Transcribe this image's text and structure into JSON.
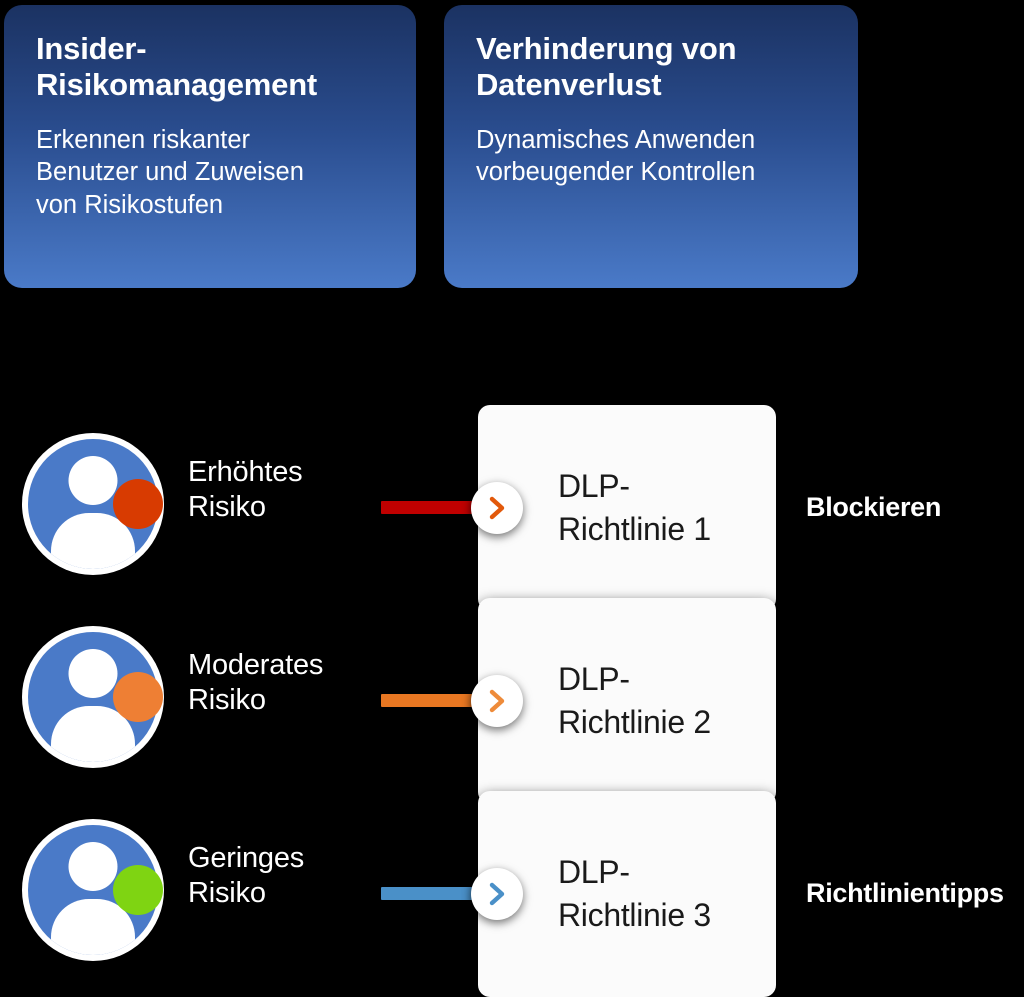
{
  "capabilities": [
    {
      "title": "Insider-\nRisikomanagement",
      "description": "Erkennen riskanter\nBenutzer und Zuweisen\nvon Risikostufen"
    },
    {
      "title": "Verhinderung von\nDatenverlust",
      "description": "Dynamisches Anwenden\nvorbeugender Kontrollen"
    }
  ],
  "flow_rows": [
    {
      "risk_label": "Erhöhtes\nRisiko",
      "status_color": "#d83b01",
      "line_color": "#c00000",
      "chevron_color": "#e2590b",
      "policy": "DLP-\nRichtlinie 1",
      "action": "Blockieren",
      "avatar_color": "#4a7ac8"
    },
    {
      "risk_label": "Moderates\nRisiko",
      "status_color": "#ee7f34",
      "line_color": "#e87722",
      "chevron_color": "#ee8b3a",
      "policy": "DLP-\nRichtlinie 2",
      "action": "",
      "avatar_color": "#4a7ac8"
    },
    {
      "risk_label": "Geringes\nRisiko",
      "status_color": "#7fd412",
      "line_color": "#4a90c8",
      "chevron_color": "#4a90c8",
      "policy": "DLP-\nRichtlinie 3",
      "action": "Richtlinientipps",
      "avatar_color": "#4a7ac8"
    }
  ],
  "theme": {
    "background": "#000000",
    "card_gradient_top": "#1b3262",
    "card_gradient_bottom": "#4a7ac8",
    "policy_card_bg": "#fbfbfb",
    "text_on_dark": "#ffffff",
    "text_on_light": "#1a1a1a"
  }
}
